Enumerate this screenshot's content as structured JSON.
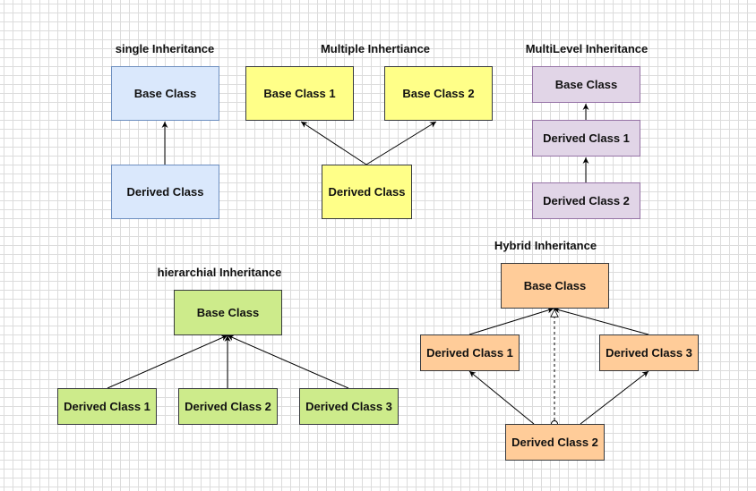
{
  "diagrams": {
    "single": {
      "title": "single Inheritance",
      "base": "Base Class",
      "derived": "Derived Class"
    },
    "multiple": {
      "title": "Multiple Inhertiance",
      "base1": "Base Class 1",
      "base2": "Base Class 2",
      "derived": "Derived Class"
    },
    "multilevel": {
      "title": "MultiLevel Inheritance",
      "base": "Base Class",
      "derived1": "Derived Class 1",
      "derived2": "Derived Class 2"
    },
    "hierarchical": {
      "title": "hierarchial Inheritance",
      "base": "Base Class",
      "derived1": "Derived Class 1",
      "derived2": "Derived Class 2",
      "derived3": "Derived Class 3"
    },
    "hybrid": {
      "title": "Hybrid Inheritance",
      "base": "Base Class",
      "derived1": "Derived Class 1",
      "derived3": "Derived Class 3",
      "derived2": "Derived Class 2"
    }
  },
  "colors": {
    "grid": "#dcdcdc",
    "blue_fill": "#dae8fc",
    "blue_stroke": "#6c8ebf",
    "yellow_fill": "#ffff88",
    "purple_fill": "#e1d5e7",
    "purple_stroke": "#9673a6",
    "green_fill": "#cdeb8b",
    "orange_fill": "#ffcc99",
    "edge": "#000000"
  }
}
